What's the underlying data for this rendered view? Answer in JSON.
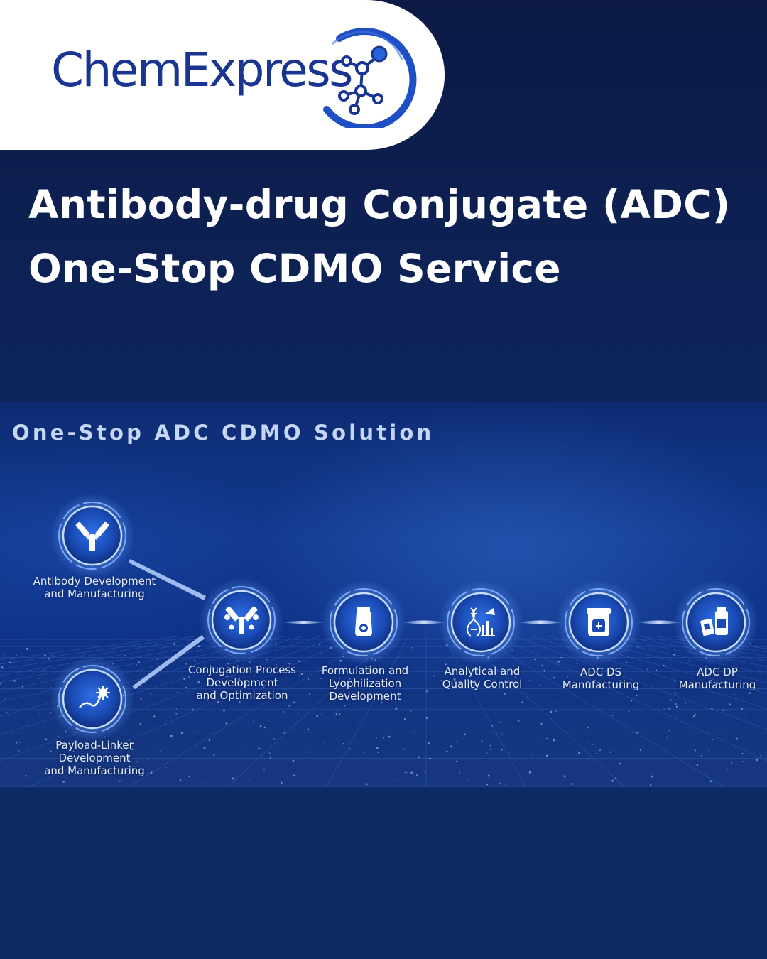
{
  "brand": {
    "name": "ChemExpress",
    "logo_icon": "molecule-icon",
    "colors": {
      "logo_text": "#1a3591",
      "logo_ring": "#1f4fc4",
      "background": "#0c2963"
    }
  },
  "headline": {
    "line1": "Antibody-drug Conjugate (ADC)",
    "line2": "One-Stop CDMO Service"
  },
  "solution": {
    "title": "One-Stop ADC CDMO Solution",
    "inputs": [
      {
        "icon": "antibody-icon",
        "label_lines": [
          "Antibody Development",
          "and Manufacturing"
        ]
      },
      {
        "icon": "payload-linker-icon",
        "label_lines": [
          "Payload-Linker",
          "Development",
          "and Manufacturing"
        ]
      }
    ],
    "steps": [
      {
        "icon": "conjugation-icon",
        "label_lines": [
          "Conjugation Process",
          "Development",
          "and Optimization"
        ]
      },
      {
        "icon": "formulation-icon",
        "label_lines": [
          "Formulation and",
          "Lyophilization",
          "Development"
        ]
      },
      {
        "icon": "analytics-icon",
        "label_lines": [
          "Analytical and",
          "Quality Control"
        ]
      },
      {
        "icon": "ds-container-icon",
        "label_lines": [
          "ADC DS",
          "Manufacturing"
        ]
      },
      {
        "icon": "dp-vial-icon",
        "label_lines": [
          "ADC DP",
          "Manufacturing"
        ]
      }
    ]
  }
}
